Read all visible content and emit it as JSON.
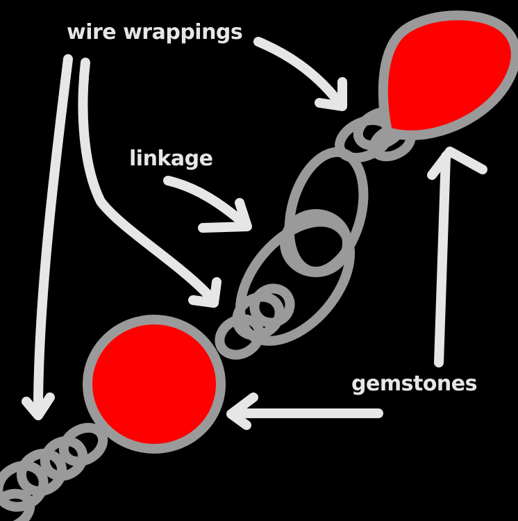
{
  "labels": {
    "wire_wrappings": "wire wrappings",
    "linkage": "linkage",
    "gemstones": "gemstones"
  },
  "colors": {
    "background": "#000000",
    "wire": "#9a9a9a",
    "gem": "#ff0000",
    "arrow": "#e6e6e6",
    "text": "#e6e6e6"
  }
}
